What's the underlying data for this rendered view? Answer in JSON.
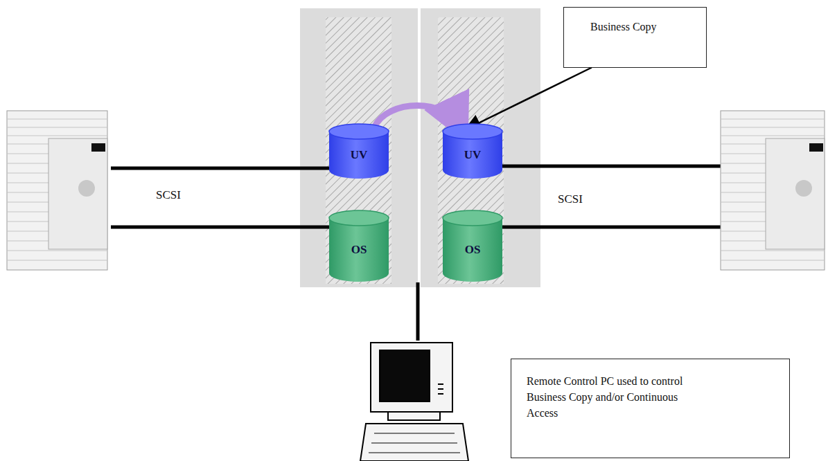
{
  "diagram": {
    "nodes": [
      {
        "text": [
          "Business Copy"
        ]
      },
      {
        "text": [
          "UV"
        ]
      },
      {
        "text": [
          "UV"
        ]
      },
      {
        "text": [
          "OS"
        ]
      },
      {
        "text": [
          "OS"
        ]
      },
      {
        "text": [
          "Remote Control PC used to control Business Copy and/or Continuous Access"
        ]
      }
    ],
    "edges": [
      {
        "from": 1,
        "to": 2,
        "arrow": "to"
      },
      {
        "from": 0,
        "to": 2,
        "arrow": "to"
      }
    ],
    "labels": [
      "SCSI",
      "SCSI"
    ]
  }
}
